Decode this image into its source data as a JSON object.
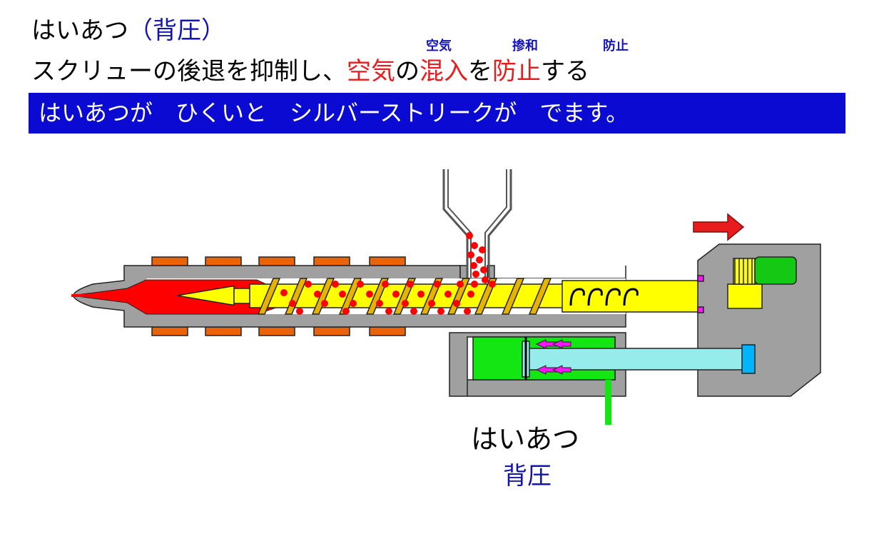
{
  "header": {
    "title_kana": "はいあつ",
    "title_kanji": "（背圧）",
    "line2_a": "スクリューの後退を抑制し、",
    "line2_b": "空気",
    "line2_c": "の",
    "line2_d": "混入",
    "line2_e": "を",
    "line2_f": "防止",
    "line2_g": "する",
    "ruby_1": "空気",
    "ruby_2": "掺和",
    "ruby_3": "防止"
  },
  "banner": {
    "text": "はいあつが　ひくいと　シルバーストリークが　でます。"
  },
  "labels": {
    "backpressure_kana": "はいあつ",
    "backpressure_kanji": "背圧"
  },
  "colors": {
    "banner": "#0a0ad2",
    "resin_red": "#e81c1c",
    "screw_yellow": "#ffff00",
    "barrel_gray": "#a0a0a0",
    "heater_orange": "#e8640a",
    "hydraulic_green": "#14e614",
    "rod_cyan": "#96ebeb",
    "arrow_magenta": "#ff14ff"
  },
  "icons": {
    "motion_arrow": "right-arrow-icon",
    "pressure_arrows": "left-arrow-icon"
  }
}
